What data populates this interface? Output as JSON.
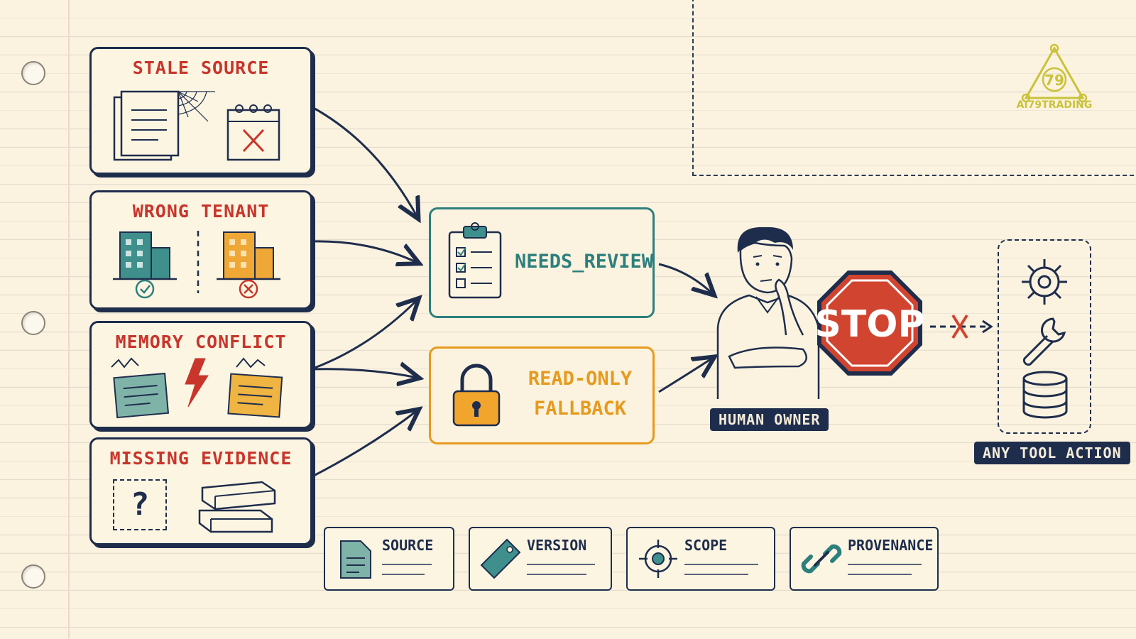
{
  "logo": {
    "text": "AI79TRADING",
    "mark": "79"
  },
  "sources": [
    {
      "title": "STALE SOURCE"
    },
    {
      "title": "WRONG TENANT"
    },
    {
      "title": "MEMORY CONFLICT"
    },
    {
      "title": "MISSING EVIDENCE"
    }
  ],
  "missing_symbol": "?",
  "states": {
    "review": "NEEDS_REVIEW",
    "fallback_line1": "READ-ONLY",
    "fallback_line2": "FALLBACK"
  },
  "stop_sign": "STOP",
  "human_owner": "HUMAN OWNER",
  "tool_action": "ANY TOOL ACTION",
  "chips": [
    "SOURCE",
    "VERSION",
    "SCOPE",
    "PROVENANCE"
  ],
  "colors": {
    "navy": "#1f2d4d",
    "red": "#c8352b",
    "teal": "#2d7f7e",
    "orange": "#e69a1e",
    "logo_gold": "#c9c23a"
  }
}
